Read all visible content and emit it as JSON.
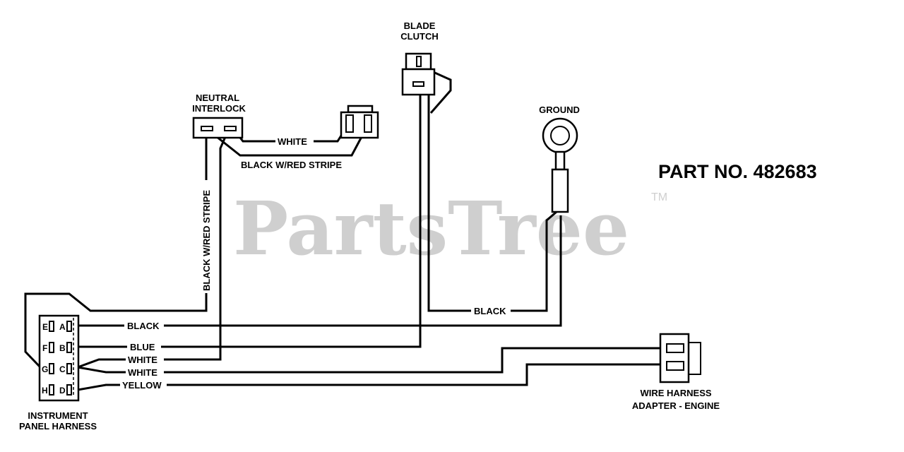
{
  "watermark": {
    "brand": "PartsTree",
    "trademark": "TM",
    "color": "#cfcfcf"
  },
  "part_number": "PART NO. 482683",
  "components": {
    "blade_clutch": [
      "BLADE",
      "CLUTCH"
    ],
    "neutral_interlock": [
      "NEUTRAL",
      "INTERLOCK"
    ],
    "ground": "GROUND",
    "instrument_panel_harness": [
      "INSTRUMENT",
      "PANEL HARNESS"
    ],
    "wire_harness_adapter": [
      "WIRE HARNESS",
      "ADAPTER - ENGINE"
    ]
  },
  "harness_pins": {
    "left": [
      "E",
      "F",
      "G",
      "H"
    ],
    "right": [
      "A",
      "B",
      "C",
      "D"
    ]
  },
  "wire_labels": {
    "white_interlock": "WHITE",
    "black_red_stripe_horizontal": "BLACK W/RED STRIPE",
    "black_red_stripe_vertical": "BLACK W/RED STRIPE",
    "black_ground": "BLACK",
    "black_a": "BLACK",
    "blue_b": "BLUE",
    "white_c1": "WHITE",
    "white_c2": "WHITE",
    "yellow_d": "YELLOW"
  }
}
